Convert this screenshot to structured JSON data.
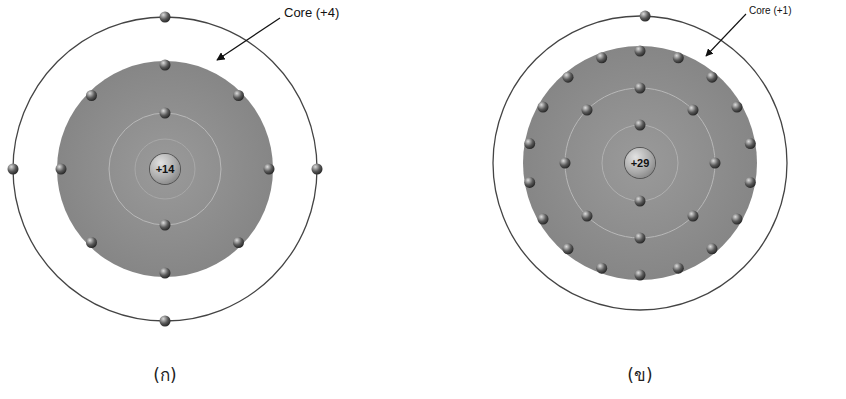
{
  "diagram": {
    "nodes": [
      {
        "text": [
          "+14"
        ]
      },
      {
        "text": [
          "+29"
        ]
      }
    ],
    "labels": [
      "Core (+4)",
      "Core (+1)",
      "(ก)",
      "(ข)"
    ]
  }
}
